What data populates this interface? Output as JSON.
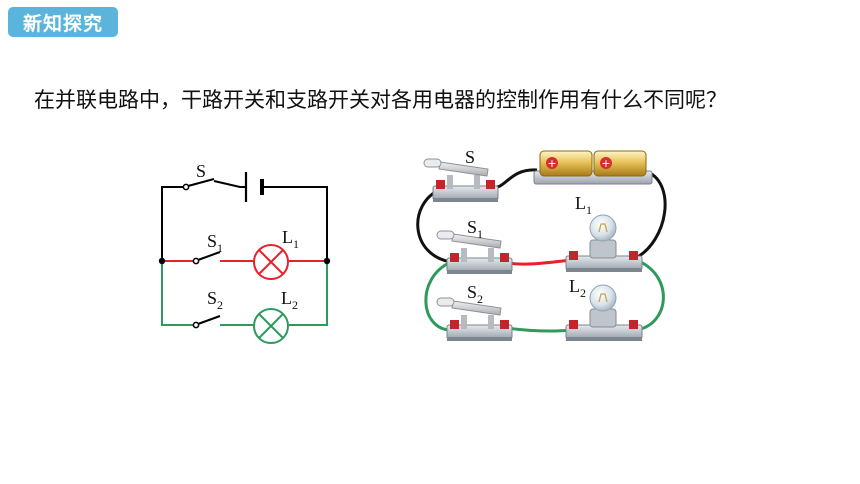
{
  "header": {
    "badge_label": "新知探究"
  },
  "question": "在并联电路中，干路开关和支路开关对各用电器的控制作用有什么不同呢？",
  "schematic": {
    "main_switch": "S",
    "branch1_switch": {
      "main": "S",
      "sub": "1"
    },
    "branch1_lamp": {
      "main": "L",
      "sub": "1"
    },
    "branch2_switch": {
      "main": "S",
      "sub": "2"
    },
    "branch2_lamp": {
      "main": "L",
      "sub": "2"
    }
  },
  "apparatus": {
    "main_switch": "S",
    "switch1": {
      "main": "S",
      "sub": "1"
    },
    "switch2": {
      "main": "S",
      "sub": "2"
    },
    "lamp1": {
      "main": "L",
      "sub": "1"
    },
    "lamp2": {
      "main": "L",
      "sub": "2"
    }
  },
  "colors": {
    "badge": "#5ab4dc",
    "main_wire": "#000000",
    "branch1_wire": "#e8212b",
    "branch2_wire": "#2e9b5c"
  }
}
